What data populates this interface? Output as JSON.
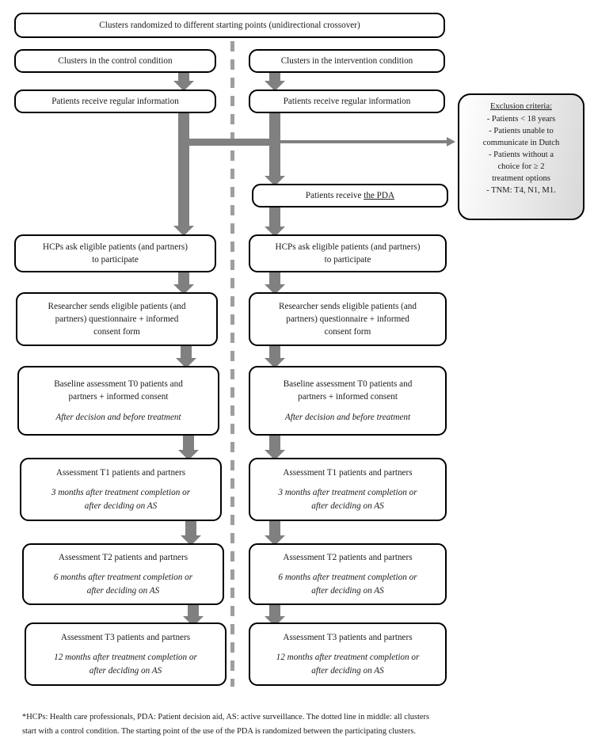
{
  "figure": {
    "title_box": {
      "text": "Clusters randomized to different starting points (unidirectional crossover)"
    },
    "divider_note": "dashed vertical divider separating control and intervention arms"
  },
  "control_arm": {
    "label": "control",
    "steps": [
      {
        "id": "clusters-control",
        "line1": "Clusters in the control condition"
      },
      {
        "id": "regular-info-control",
        "line1": "Patients receive regular information"
      },
      {
        "id": "hcp-ask-control",
        "line1": "HCPs ask eligible patients (and partners)",
        "line2": "to participate"
      },
      {
        "id": "researcher-sends-control",
        "line1": "Researcher sends eligible patients (and",
        "line2": "partners) questionnaire + informed",
        "line3": "consent form"
      },
      {
        "id": "baseline-t0-control",
        "line1": "Baseline assessment T0 patients and",
        "line2": "partners + informed consent",
        "sub": "After decision and before treatment"
      },
      {
        "id": "assessment-t1-control",
        "line1": "Assessment T1 patients and partners",
        "sub1": "3 months after treatment completion or",
        "sub2": "after deciding on AS"
      },
      {
        "id": "assessment-t2-control",
        "line1": "Assessment T2 patients and partners",
        "sub1": "6 months after treatment completion or",
        "sub2": "after deciding on AS"
      },
      {
        "id": "assessment-t3-control",
        "line1": "Assessment T3 patients and partners",
        "sub1": "12 months after treatment completion or",
        "sub2": "after deciding on AS"
      }
    ]
  },
  "intervention_arm": {
    "label": "intervention",
    "steps": [
      {
        "id": "clusters-intervention",
        "line1": "Clusters in the intervention condition"
      },
      {
        "id": "regular-info-intervention",
        "line1": "Patients receive regular information"
      },
      {
        "id": "receive-pda",
        "line1": "Patients receive ",
        "underlined": "the PDA"
      },
      {
        "id": "hcp-ask-intervention",
        "line1": "HCPs ask eligible patients (and partners)",
        "line2": "to participate"
      },
      {
        "id": "researcher-sends-intervention",
        "line1": "Researcher sends eligible patients (and",
        "line2": "partners) questionnaire + informed",
        "line3": "consent form"
      },
      {
        "id": "baseline-t0-intervention",
        "line1": "Baseline assessment T0 patients and",
        "line2": "partners + informed consent",
        "sub": "After decision and before treatment"
      },
      {
        "id": "assessment-t1-intervention",
        "line1": "Assessment T1 patients and partners",
        "sub1": "3 months after treatment completion or",
        "sub2": "after deciding on AS"
      },
      {
        "id": "assessment-t2-intervention",
        "line1": "Assessment T2 patients and partners",
        "sub1": "6 months after treatment completion or",
        "sub2": "after deciding on AS"
      },
      {
        "id": "assessment-t3-intervention",
        "line1": "Assessment T3 patients and partners",
        "sub1": "12 months after treatment completion or",
        "sub2": "after deciding on AS"
      }
    ]
  },
  "exclusion_criteria": {
    "heading": "Exclusion criteria:",
    "items": [
      "- Patients < 18 years",
      "- Patients unable to",
      "communicate in Dutch",
      "- Patients without a",
      "choice for ≥ 2",
      "treatment options",
      "- TNM: T4, N1, M1."
    ]
  },
  "footnote": {
    "line1": "*HCPs: Health care professionals, PDA: Patient decision aid, AS: active surveillance. The dotted line in middle: all clusters",
    "line2": "start with a control condition. The starting point of the use of the PDA is randomized between the participating clusters."
  },
  "colors": {
    "arrow_gray": "#808080",
    "divider_gray": "#9e9e9e",
    "box_border": "#000000",
    "box_fill": "#ffffff",
    "criteria_fill": "#e3e3e3"
  }
}
